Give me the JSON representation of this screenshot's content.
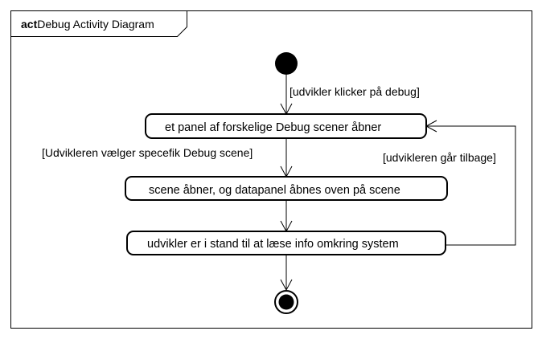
{
  "frame": {
    "keyword": "act",
    "title": "Debug Activity Diagram"
  },
  "nodes": {
    "action_panel": "et panel af forskelige Debug scener åbner",
    "action_scene": "scene åbner, og datapanel åbnes oven på scene",
    "action_info": "udvikler er i stand til at læse info omkring system"
  },
  "guards": {
    "click_debug": "[udvikler klicker på debug]",
    "choose_scene": "[Udvikleren vælger specefik Debug scene]",
    "go_back": "[udvikleren går tilbage]"
  },
  "colors": {
    "stroke": "#000000",
    "background": "#ffffff"
  }
}
